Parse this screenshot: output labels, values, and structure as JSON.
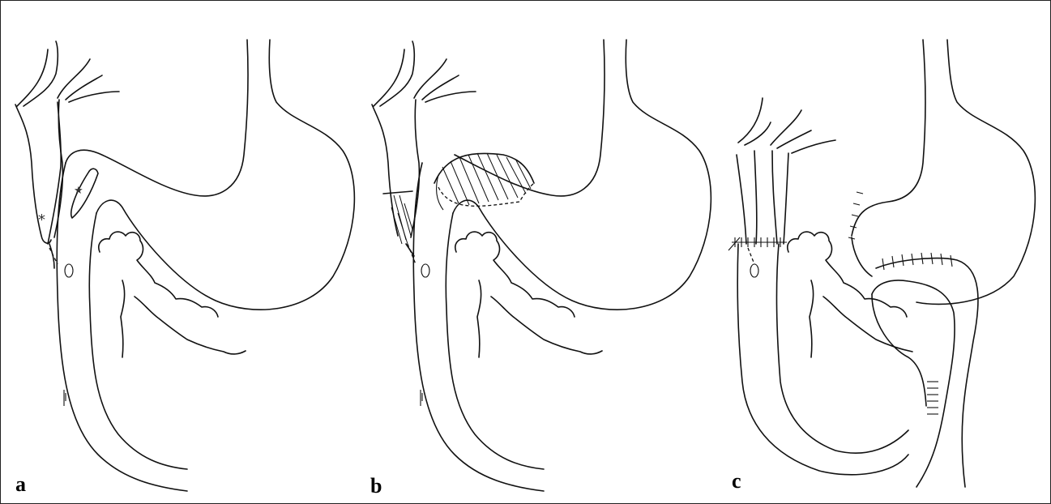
{
  "panels": [
    {
      "id": "a",
      "label": "a"
    },
    {
      "id": "b",
      "label": "b"
    },
    {
      "id": "c",
      "label": "c"
    }
  ],
  "markers": {
    "asterisk": "*",
    "star": "★"
  }
}
